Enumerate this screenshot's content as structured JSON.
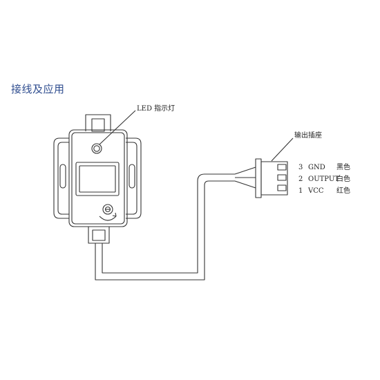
{
  "section_title": "接线及应用",
  "labels": {
    "led_indicator": "LED 指示灯",
    "output_socket": "输出插座"
  },
  "pins": [
    {
      "number": "3",
      "name": "GND",
      "color": "黑色"
    },
    {
      "number": "2",
      "name": "OUTPUT",
      "color": "白色"
    },
    {
      "number": "1",
      "name": "VCC",
      "color": "红色"
    }
  ],
  "colors": {
    "title": "#2f4d8f",
    "line": "#333333"
  }
}
